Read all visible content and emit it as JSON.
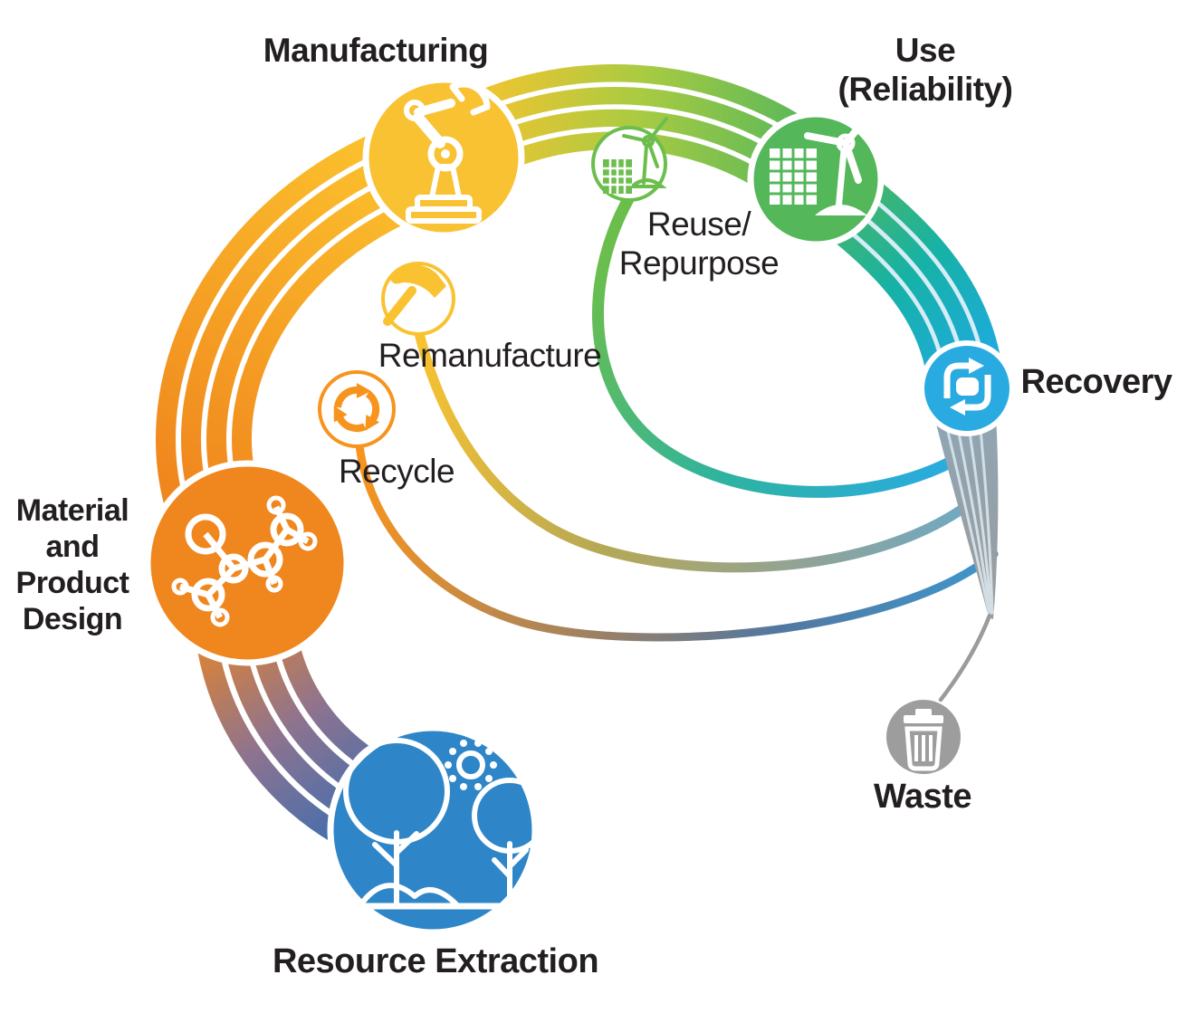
{
  "nodes": {
    "manufacturing": {
      "label": "Manufacturing"
    },
    "use": {
      "label_lines": [
        "Use",
        "(Reliability)"
      ]
    },
    "recovery": {
      "label": "Recovery"
    },
    "waste": {
      "label": "Waste"
    },
    "resource_extraction": {
      "label": "Resource Extraction"
    },
    "material_product_design": {
      "label_lines": [
        "Material",
        "and",
        "Product",
        "Design"
      ]
    }
  },
  "loops": {
    "reuse_repurpose": {
      "label_lines": [
        "Reuse/",
        "Repurpose"
      ]
    },
    "remanufacture": {
      "label": "Remanufacture"
    },
    "recycle": {
      "label": "Recycle"
    }
  },
  "colors": {
    "text": "#231F20",
    "manufacturing_yellow": "#F9C233",
    "use_green": "#54B75A",
    "design_orange": "#F0861E",
    "extraction_blue": "#2E86C8",
    "recovery_cyan": "#29ABE2",
    "waste_gray": "#9D9D9D",
    "reuse_green": "#6CBE4C",
    "remanufacture_yellow": "#F9C230",
    "recycle_orange": "#F7941E",
    "band_steel_blue": "#336DB3",
    "band_mauve": "#8D7390",
    "band_orange": "#F0871E",
    "band_yellow": "#FCC32D",
    "band_yellow_green": "#A9CB42",
    "band_green": "#52B65C",
    "band_teal": "#16B2A6",
    "band_cyan": "#1FAAE0",
    "taper_gray_blue": "#8FA6B5",
    "taper_gray": "#9B9B9B"
  }
}
